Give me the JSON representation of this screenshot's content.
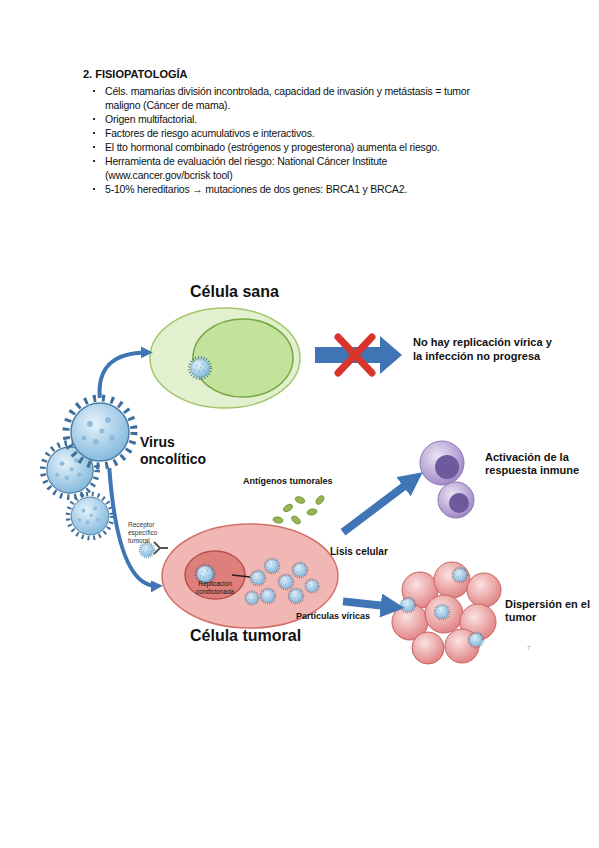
{
  "diagram": {
    "title": "2. FISIOPATOLOGÍA",
    "nodes": [
      {
        "text": [
          "Célula sana"
        ]
      },
      {
        "text": [
          "Virus oncolítico"
        ]
      },
      {
        "text": [
          "Célula tumoral"
        ]
      },
      {
        "text": [
          "Replicación condicionada"
        ],
        "in": 2
      },
      {
        "text": [
          "Activación de la respuesta inmune"
        ]
      },
      {
        "text": [
          "Dispersión en el tumor"
        ]
      }
    ],
    "edges": [
      {
        "from": 1,
        "to": 0,
        "arrow": "to"
      },
      {
        "from": 1,
        "to": 2,
        "arrow": "to"
      },
      {
        "from": 2,
        "to": 4,
        "arrow": "to"
      },
      {
        "from": 2,
        "to": 5,
        "arrow": "to"
      }
    ],
    "labels": [
      "Céls. mamarias división incontrolada, capacidad de invasión y metástasis = tumor maligno (Cáncer de mama).",
      "Origen multifactorial.",
      "Factores de riesgo acumulativos e interactivos.",
      "El tto hormonal combinado (estrógenos y progesterona) aumenta el riesgo.",
      "Herramienta de evaluación del riesgo: National Cáncer Institute (www.cancer.gov/bcrisk tool)",
      "5-10% hereditarios → mutaciones de dos genes: BRCA1 y BRCA2.",
      "Receptor específico tumoral",
      "Antígenos tumorales",
      "Lisis celular",
      "Partículas víricas",
      "No hay replicación vírica y la infección no progresa",
      "7"
    ]
  }
}
